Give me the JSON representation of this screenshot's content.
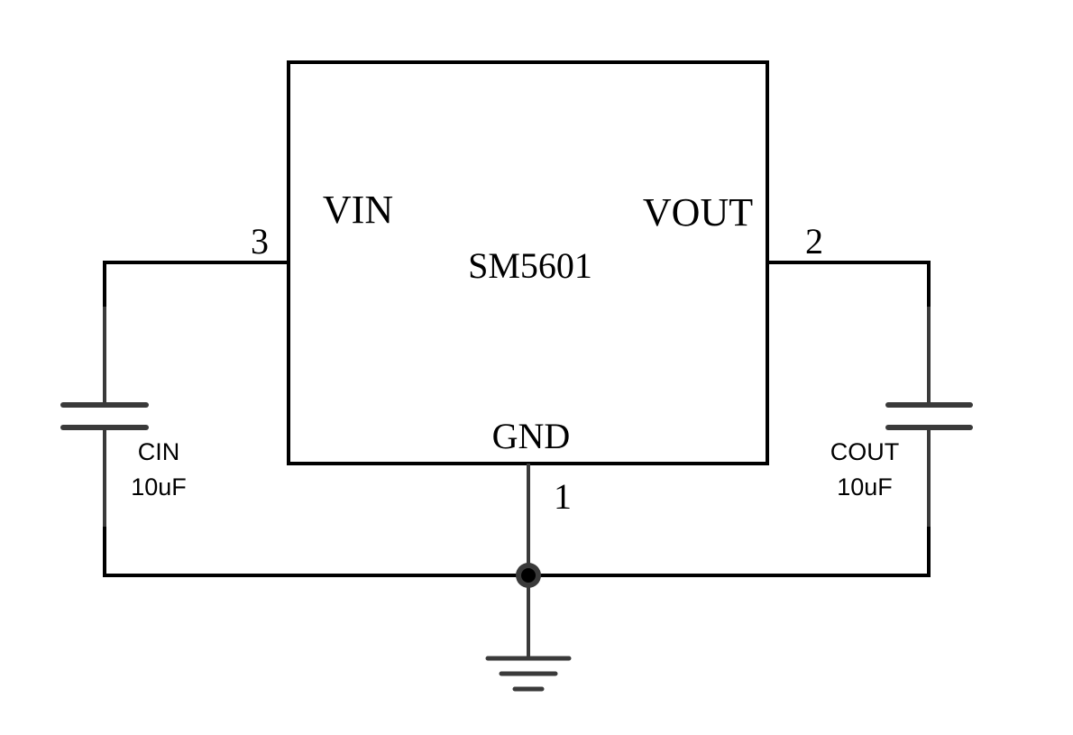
{
  "ic": {
    "name": "SM5601",
    "pins": {
      "vin": {
        "label": "VIN",
        "number": "3"
      },
      "vout": {
        "label": "VOUT",
        "number": "2"
      },
      "gnd": {
        "label": "GND",
        "number": "1"
      }
    }
  },
  "capacitors": {
    "input": {
      "name": "CIN",
      "value": "10uF"
    },
    "output": {
      "name": "COUT",
      "value": "10uF"
    }
  },
  "colors": {
    "wire": "#000000",
    "component": "#3a3a3a",
    "background": "#ffffff"
  }
}
